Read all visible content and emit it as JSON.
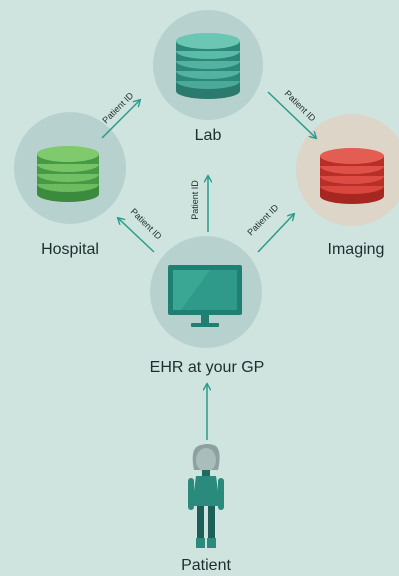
{
  "nodes": {
    "lab": {
      "label": "Lab",
      "icon": "database-icon",
      "color": "#2f9a8a"
    },
    "hospital": {
      "label": "Hospital",
      "icon": "database-icon",
      "color": "#5fb85a"
    },
    "imaging": {
      "label": "Imaging",
      "icon": "database-icon",
      "color": "#d43a34"
    },
    "ehr": {
      "label": "EHR at your GP",
      "icon": "monitor-icon",
      "color": "#238b7c"
    },
    "patient": {
      "label": "Patient",
      "icon": "person-icon",
      "color": "#2f8f82"
    }
  },
  "edges": {
    "hospital_lab": {
      "label": "Patient ID"
    },
    "lab_imaging": {
      "label": "Patient ID"
    },
    "ehr_hospital": {
      "label": "Patient ID"
    },
    "ehr_lab": {
      "label": "Patient ID"
    },
    "ehr_imaging": {
      "label": "Patient ID"
    },
    "patient_ehr": {
      "label": ""
    }
  },
  "colors": {
    "background": "#cfe3df",
    "node_circle": "#b7d2ce",
    "imaging_circle": "#dcd5c8",
    "arrow": "#2a9c8b"
  }
}
